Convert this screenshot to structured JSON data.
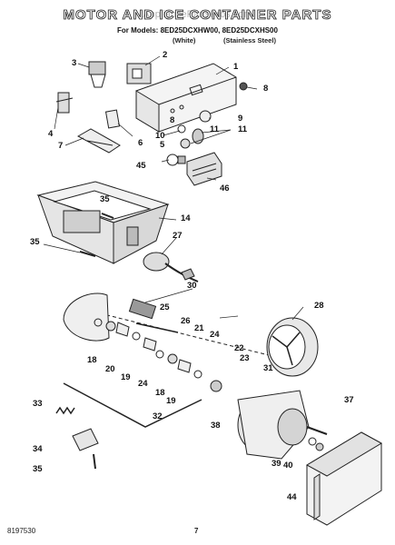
{
  "header": {
    "title": "MOTOR AND ICE CONTAINER PARTS",
    "watermark": "AppliancePartsPros.com",
    "for_models_line": "For Models: 8ED25DCXHW00, 8ED25DCXHS00",
    "variant_white": "(White)",
    "variant_stainless": "(Stainless Steel)"
  },
  "callouts": [
    "1",
    "2",
    "3",
    "4",
    "5",
    "6",
    "7",
    "8",
    "8",
    "9",
    "10",
    "11",
    "11",
    "45",
    "46",
    "35",
    "14",
    "35",
    "27",
    "30",
    "25",
    "26",
    "28",
    "21",
    "24",
    "24",
    "22",
    "23",
    "18",
    "18",
    "20",
    "19",
    "19",
    "31",
    "37",
    "33",
    "32",
    "34",
    "35",
    "38",
    "39",
    "40",
    "44"
  ],
  "footer": {
    "doc_number": "8197530",
    "page_number": "7"
  }
}
